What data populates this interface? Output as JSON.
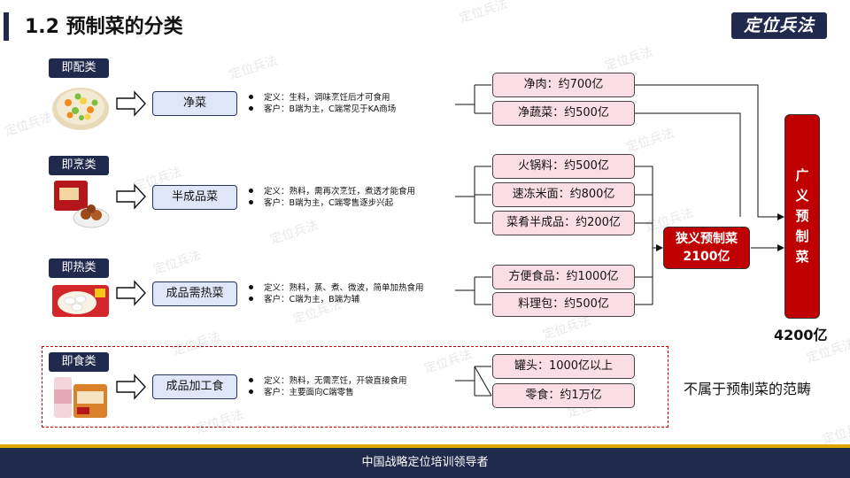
{
  "header": {
    "title": "1.2 预制菜的分类",
    "logo": "定位兵法"
  },
  "watermark": "定位兵法",
  "categories": [
    {
      "tag": "即配类",
      "type": "净菜",
      "definition": "定义：生料，调味烹饪后才可食用",
      "customer": "客户：B端为主，C端常见于KA商场",
      "image": "mixed-vegetables-icon"
    },
    {
      "tag": "即烹类",
      "type": "半成品菜",
      "definition": "定义：熟料，需再次烹饪，煮透才能食用",
      "customer": "客户：B端为主，C端零售逐步兴起",
      "image": "semi-cooked-dish-icon"
    },
    {
      "tag": "即热类",
      "type": "成品需热菜",
      "definition": "定义：熟料，蒸、煮、微波，简单加热食用",
      "customer": "客户：C端为主，B端为辅",
      "image": "dumpling-package-icon"
    },
    {
      "tag": "即食类",
      "type": "成品加工食",
      "definition": "定义：熟料，无需烹饪，开袋直接食用",
      "customer": "客户：主要面向C端零售",
      "image": "canned-food-icon"
    }
  ],
  "segments": [
    "净肉：约700亿",
    "净蔬菜：约500亿",
    "火锅料：约500亿",
    "速冻米面：约800亿",
    "菜肴半成品：约200亿",
    "方便食品：约1000亿",
    "料理包：约500亿",
    "罐头：1000亿以上",
    "零食：约1万亿"
  ],
  "narrow": {
    "line1": "狭义预制菜",
    "line2": "2100亿"
  },
  "broad": {
    "chars": [
      "广",
      "义",
      "预",
      "制",
      "菜"
    ],
    "total": "4200亿"
  },
  "not_included": "不属于预制菜的范畴",
  "footer": "中国战略定位培训领导者",
  "colors": {
    "navy": "#1f2a4d",
    "red": "#c00000",
    "pink": "#fbdde6",
    "light_blue": "#dfe6f7",
    "gold": "#e0a800"
  }
}
